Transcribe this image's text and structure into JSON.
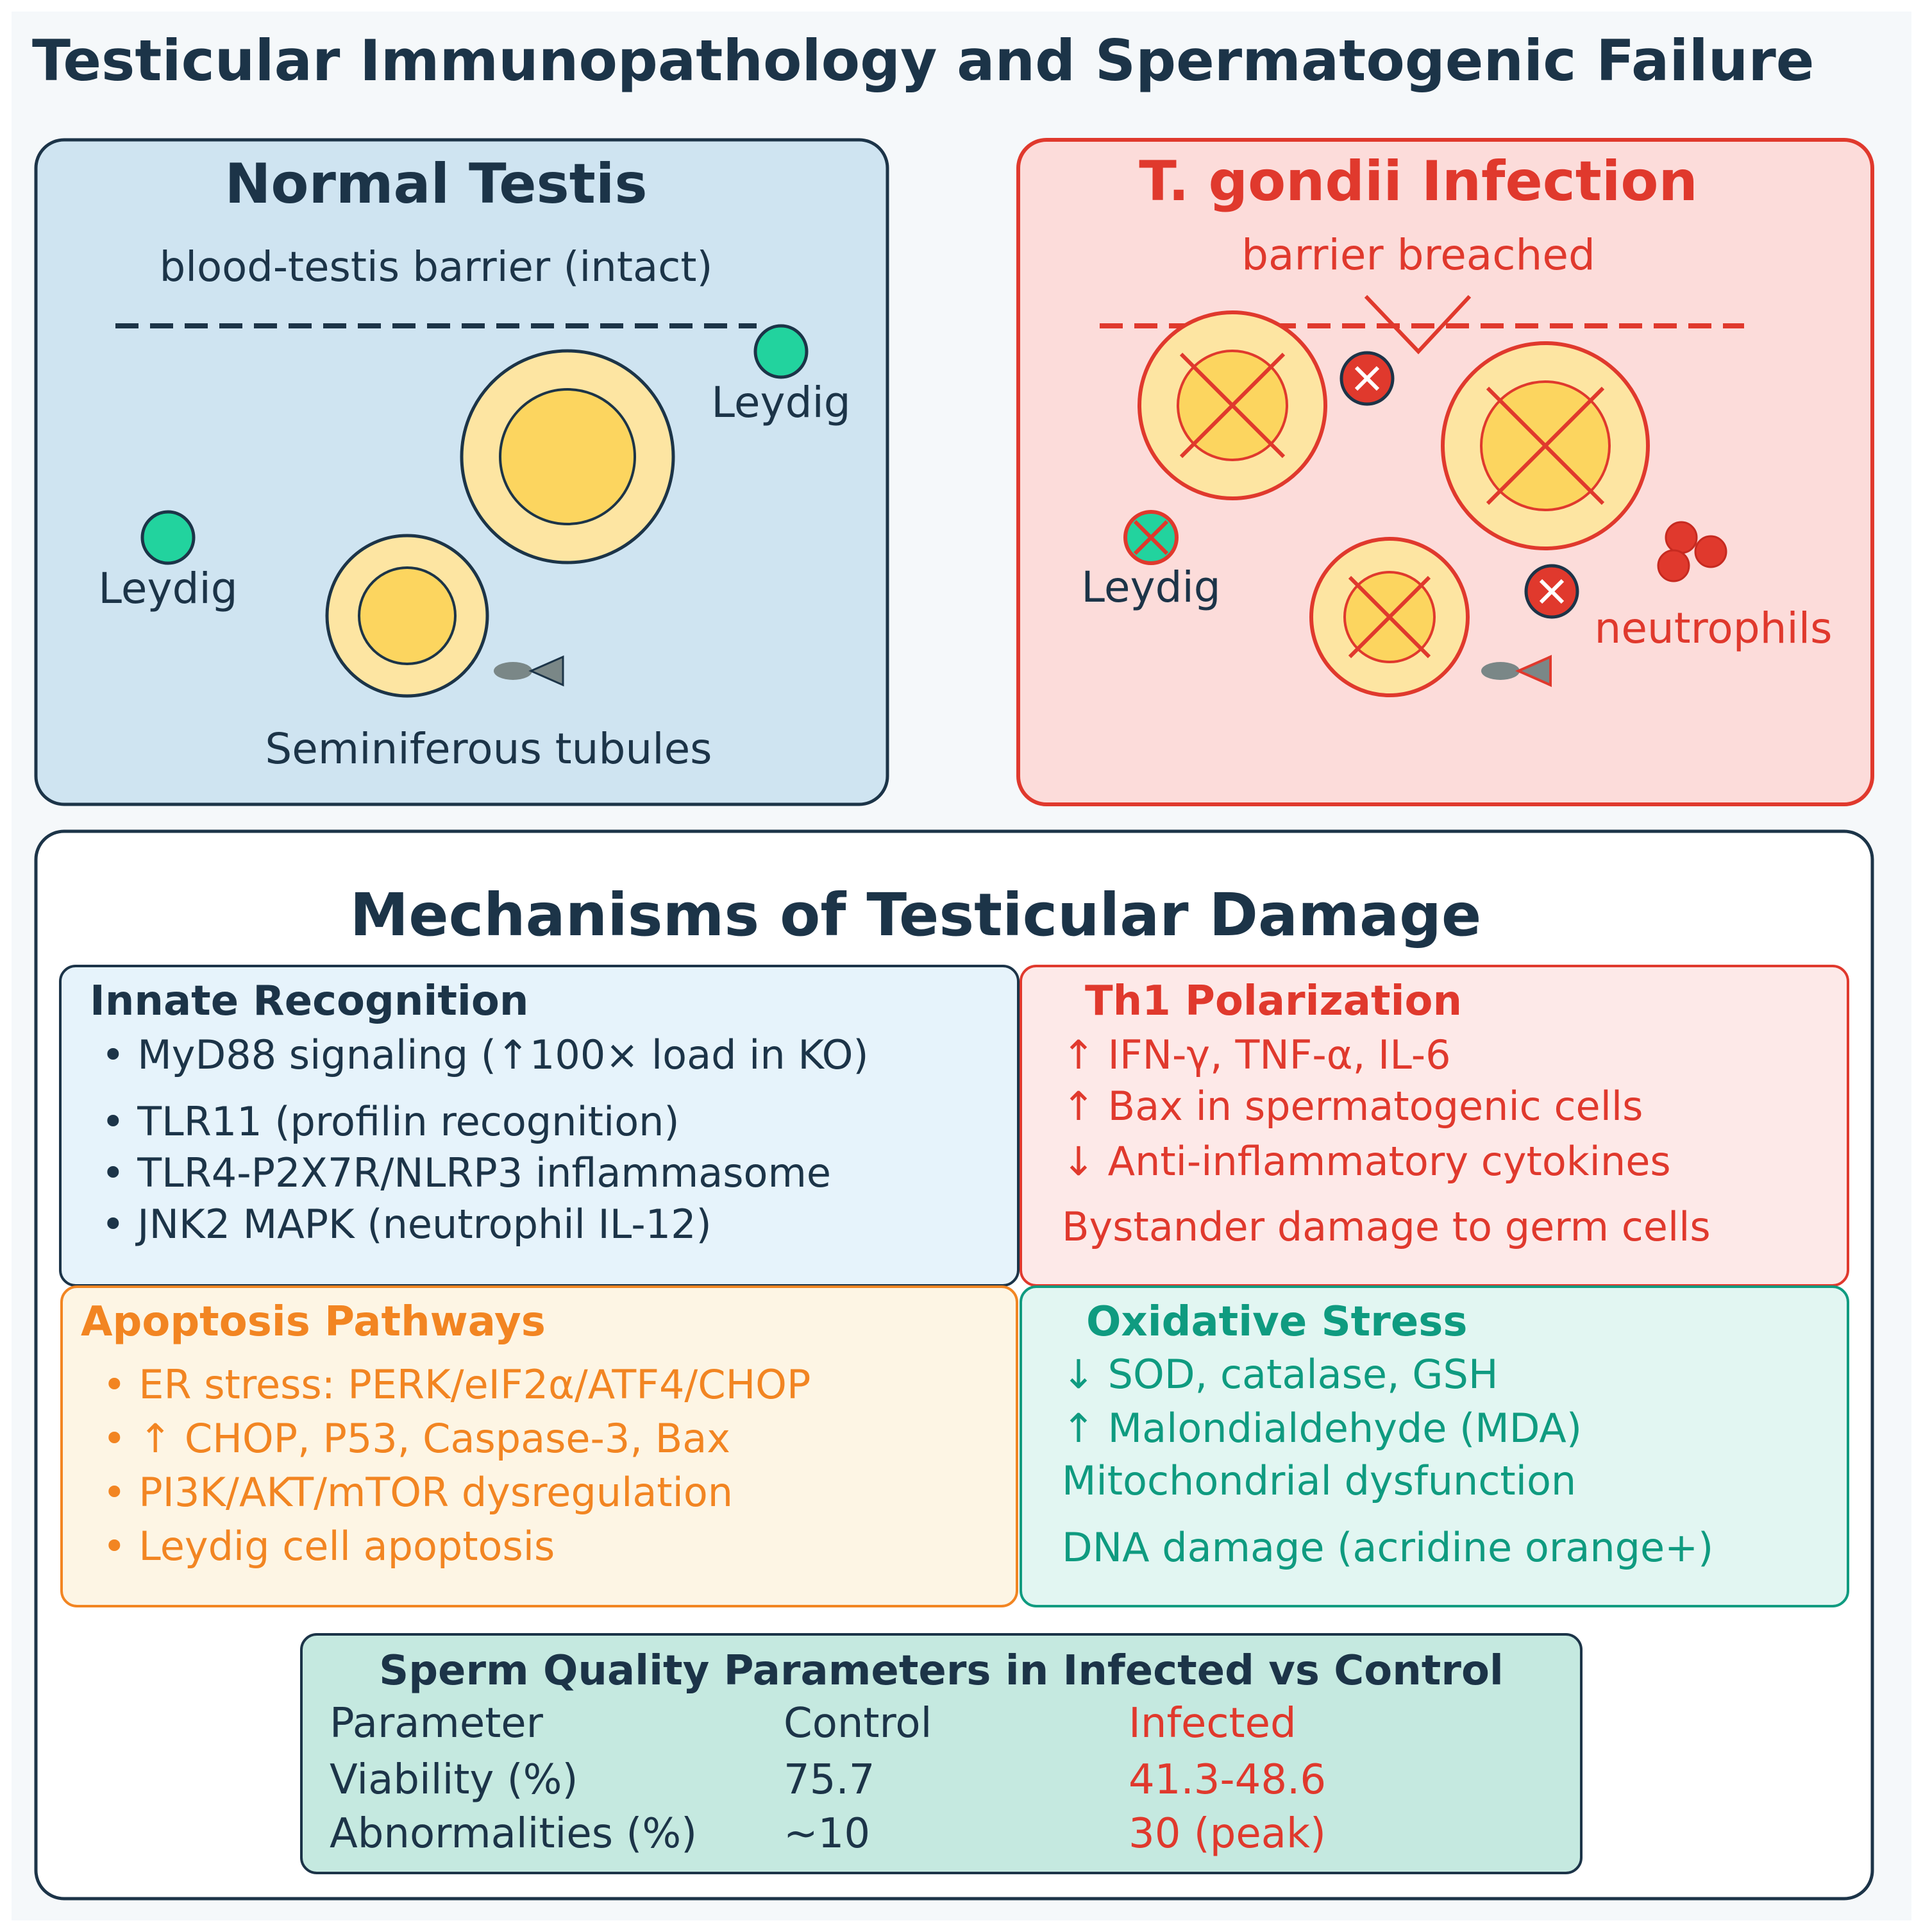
{
  "title": "Testicular Immunopathology and Spermatogenic Failure",
  "normal_panel": {
    "title": "Normal Testis",
    "barrier_label": "blood-testis barrier (intact)",
    "leydig_label_1": "Leydig",
    "leydig_label_2": "Leydig",
    "tubules_label": "Seminiferous tubules"
  },
  "infection_panel": {
    "title": "T. gondii Infection",
    "barrier_label": "barrier breached",
    "leydig_label": "Leydig",
    "neutrophils_label": "neutrophils"
  },
  "mechanisms": {
    "title": "Mechanisms of Testicular Damage",
    "innate": {
      "title": "Innate Recognition",
      "items": [
        "• MyD88 signaling (↑100× load in KO)",
        "• TLR11 (profilin recognition)",
        "• TLR4-P2X7R/NLRP3 inflammasome",
        "• JNK2 MAPK (neutrophil IL-12)"
      ]
    },
    "th1": {
      "title": "Th1 Polarization",
      "items": [
        "↑ IFN-γ, TNF-α, IL-6",
        "↑ Bax in spermatogenic cells",
        "↓ Anti-inflammatory cytokines",
        "Bystander damage to germ cells"
      ]
    },
    "apoptosis": {
      "title": "Apoptosis Pathways",
      "items": [
        "• ER stress: PERK/eIF2α/ATF4/CHOP",
        "• ↑ CHOP, P53, Caspase-3, Bax",
        "• PI3K/AKT/mTOR dysregulation",
        "• Leydig cell apoptosis"
      ]
    },
    "oxidative": {
      "title": "Oxidative Stress",
      "items": [
        "↓ SOD, catalase, GSH",
        "↑ Malondialdehyde (MDA)",
        "Mitochondrial dysfunction",
        "DNA damage (acridine orange+)"
      ]
    }
  },
  "sperm_table": {
    "title": "Sperm Quality Parameters in Infected vs Control",
    "headers": [
      "Parameter",
      "Control",
      "Infected"
    ],
    "rows": [
      [
        "Viability (%)",
        "75.7",
        "41.3-48.6"
      ],
      [
        "Abnormalities (%)",
        "~10",
        "30 (peak)"
      ]
    ]
  },
  "colors": {
    "navy": "#1c3448",
    "red": "#e0392d",
    "orange": "#f28522",
    "teal": "#0f9b80",
    "normal_bg": "#cfe4f1",
    "infection_bg": "#fcdcda",
    "tubule_outer": "#fde5a2",
    "tubule_inner": "#fcd55f",
    "leydig": "#22d39e"
  }
}
